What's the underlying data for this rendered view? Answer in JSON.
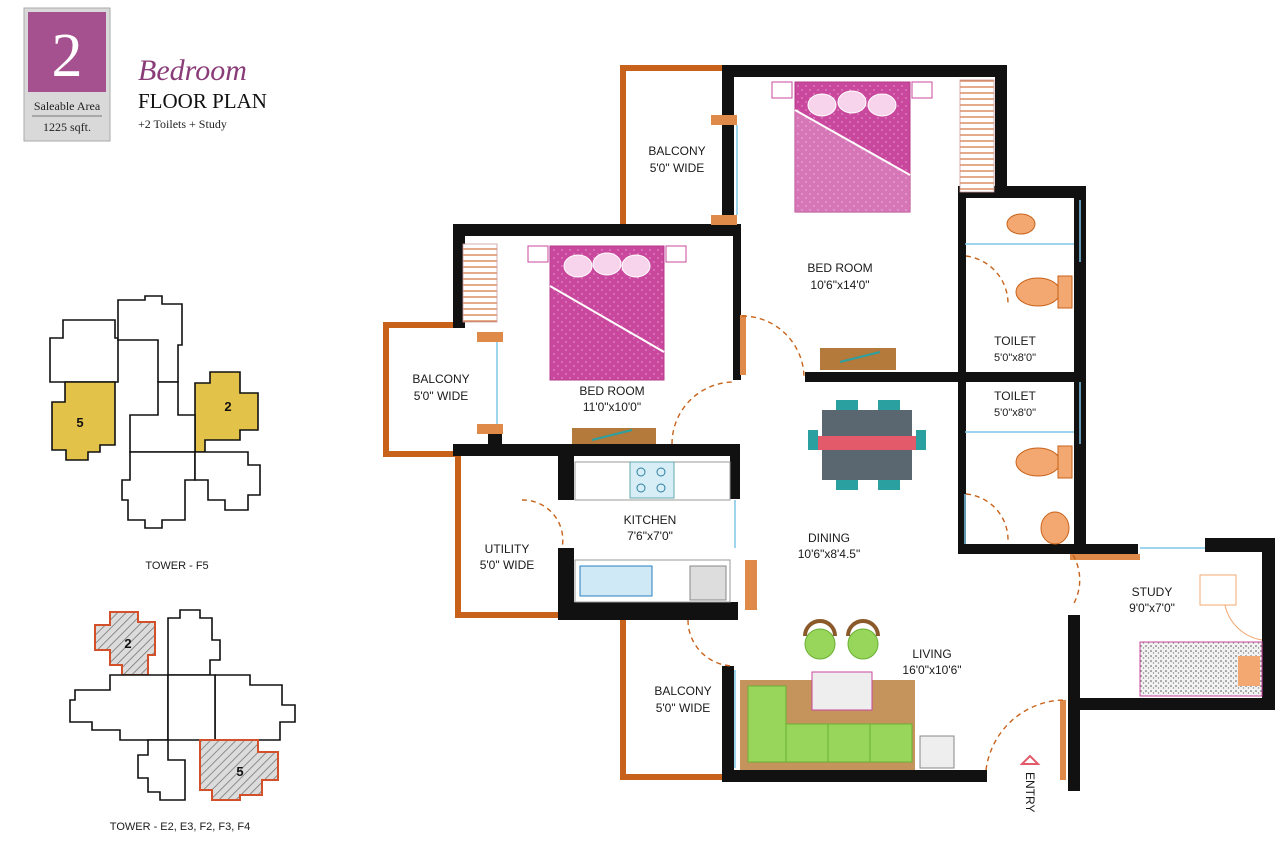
{
  "header": {
    "badge_number": "2",
    "saleable_label": "Saleable Area",
    "saleable_area": "1225 sqft.",
    "title_script": "Bedroom",
    "title_main": "FLOOR PLAN",
    "subtitle": "+2 Toilets + Study"
  },
  "rooms": {
    "balcony_top": {
      "name": "BALCONY",
      "size": "5'0\" WIDE"
    },
    "bedroom_master": {
      "name": "BED ROOM",
      "size": "10'6\"x14'0\""
    },
    "toilet_1": {
      "name": "TOILET",
      "size": "5'0\"x8'0\""
    },
    "toilet_2": {
      "name": "TOILET",
      "size": "5'0\"x8'0\""
    },
    "balcony_left": {
      "name": "BALCONY",
      "size": "5'0\" WIDE"
    },
    "bedroom_2": {
      "name": "BED ROOM",
      "size": "11'0\"x10'0\""
    },
    "kitchen": {
      "name": "KITCHEN",
      "size": "7'6\"x7'0\""
    },
    "utility": {
      "name": "UTILITY",
      "size": "5'0\" WIDE"
    },
    "dining": {
      "name": "DINING",
      "size": "10'6\"x8'4.5\""
    },
    "study": {
      "name": "STUDY",
      "size": "9'0\"x7'0\""
    },
    "living": {
      "name": "LIVING",
      "size": "16'0\"x10'6\""
    },
    "balcony_bottom": {
      "name": "BALCONY",
      "size": "5'0\" WIDE"
    },
    "entry": "ENTRY"
  },
  "key_plans": {
    "tower_f5": {
      "label": "TOWER - F5",
      "units": [
        "5",
        "2"
      ]
    },
    "tower_e": {
      "label": "TOWER - E2, E3, F2, F3, F4",
      "units": [
        "2",
        "5"
      ]
    }
  },
  "colors": {
    "badge": "#a5508f",
    "title_script": "#8a3c78",
    "bed": "#c9489e",
    "balcony_wall": "#c8621a",
    "sofa": "#97d65a",
    "table": "#5b6770",
    "highlight": "#e3c24a"
  }
}
